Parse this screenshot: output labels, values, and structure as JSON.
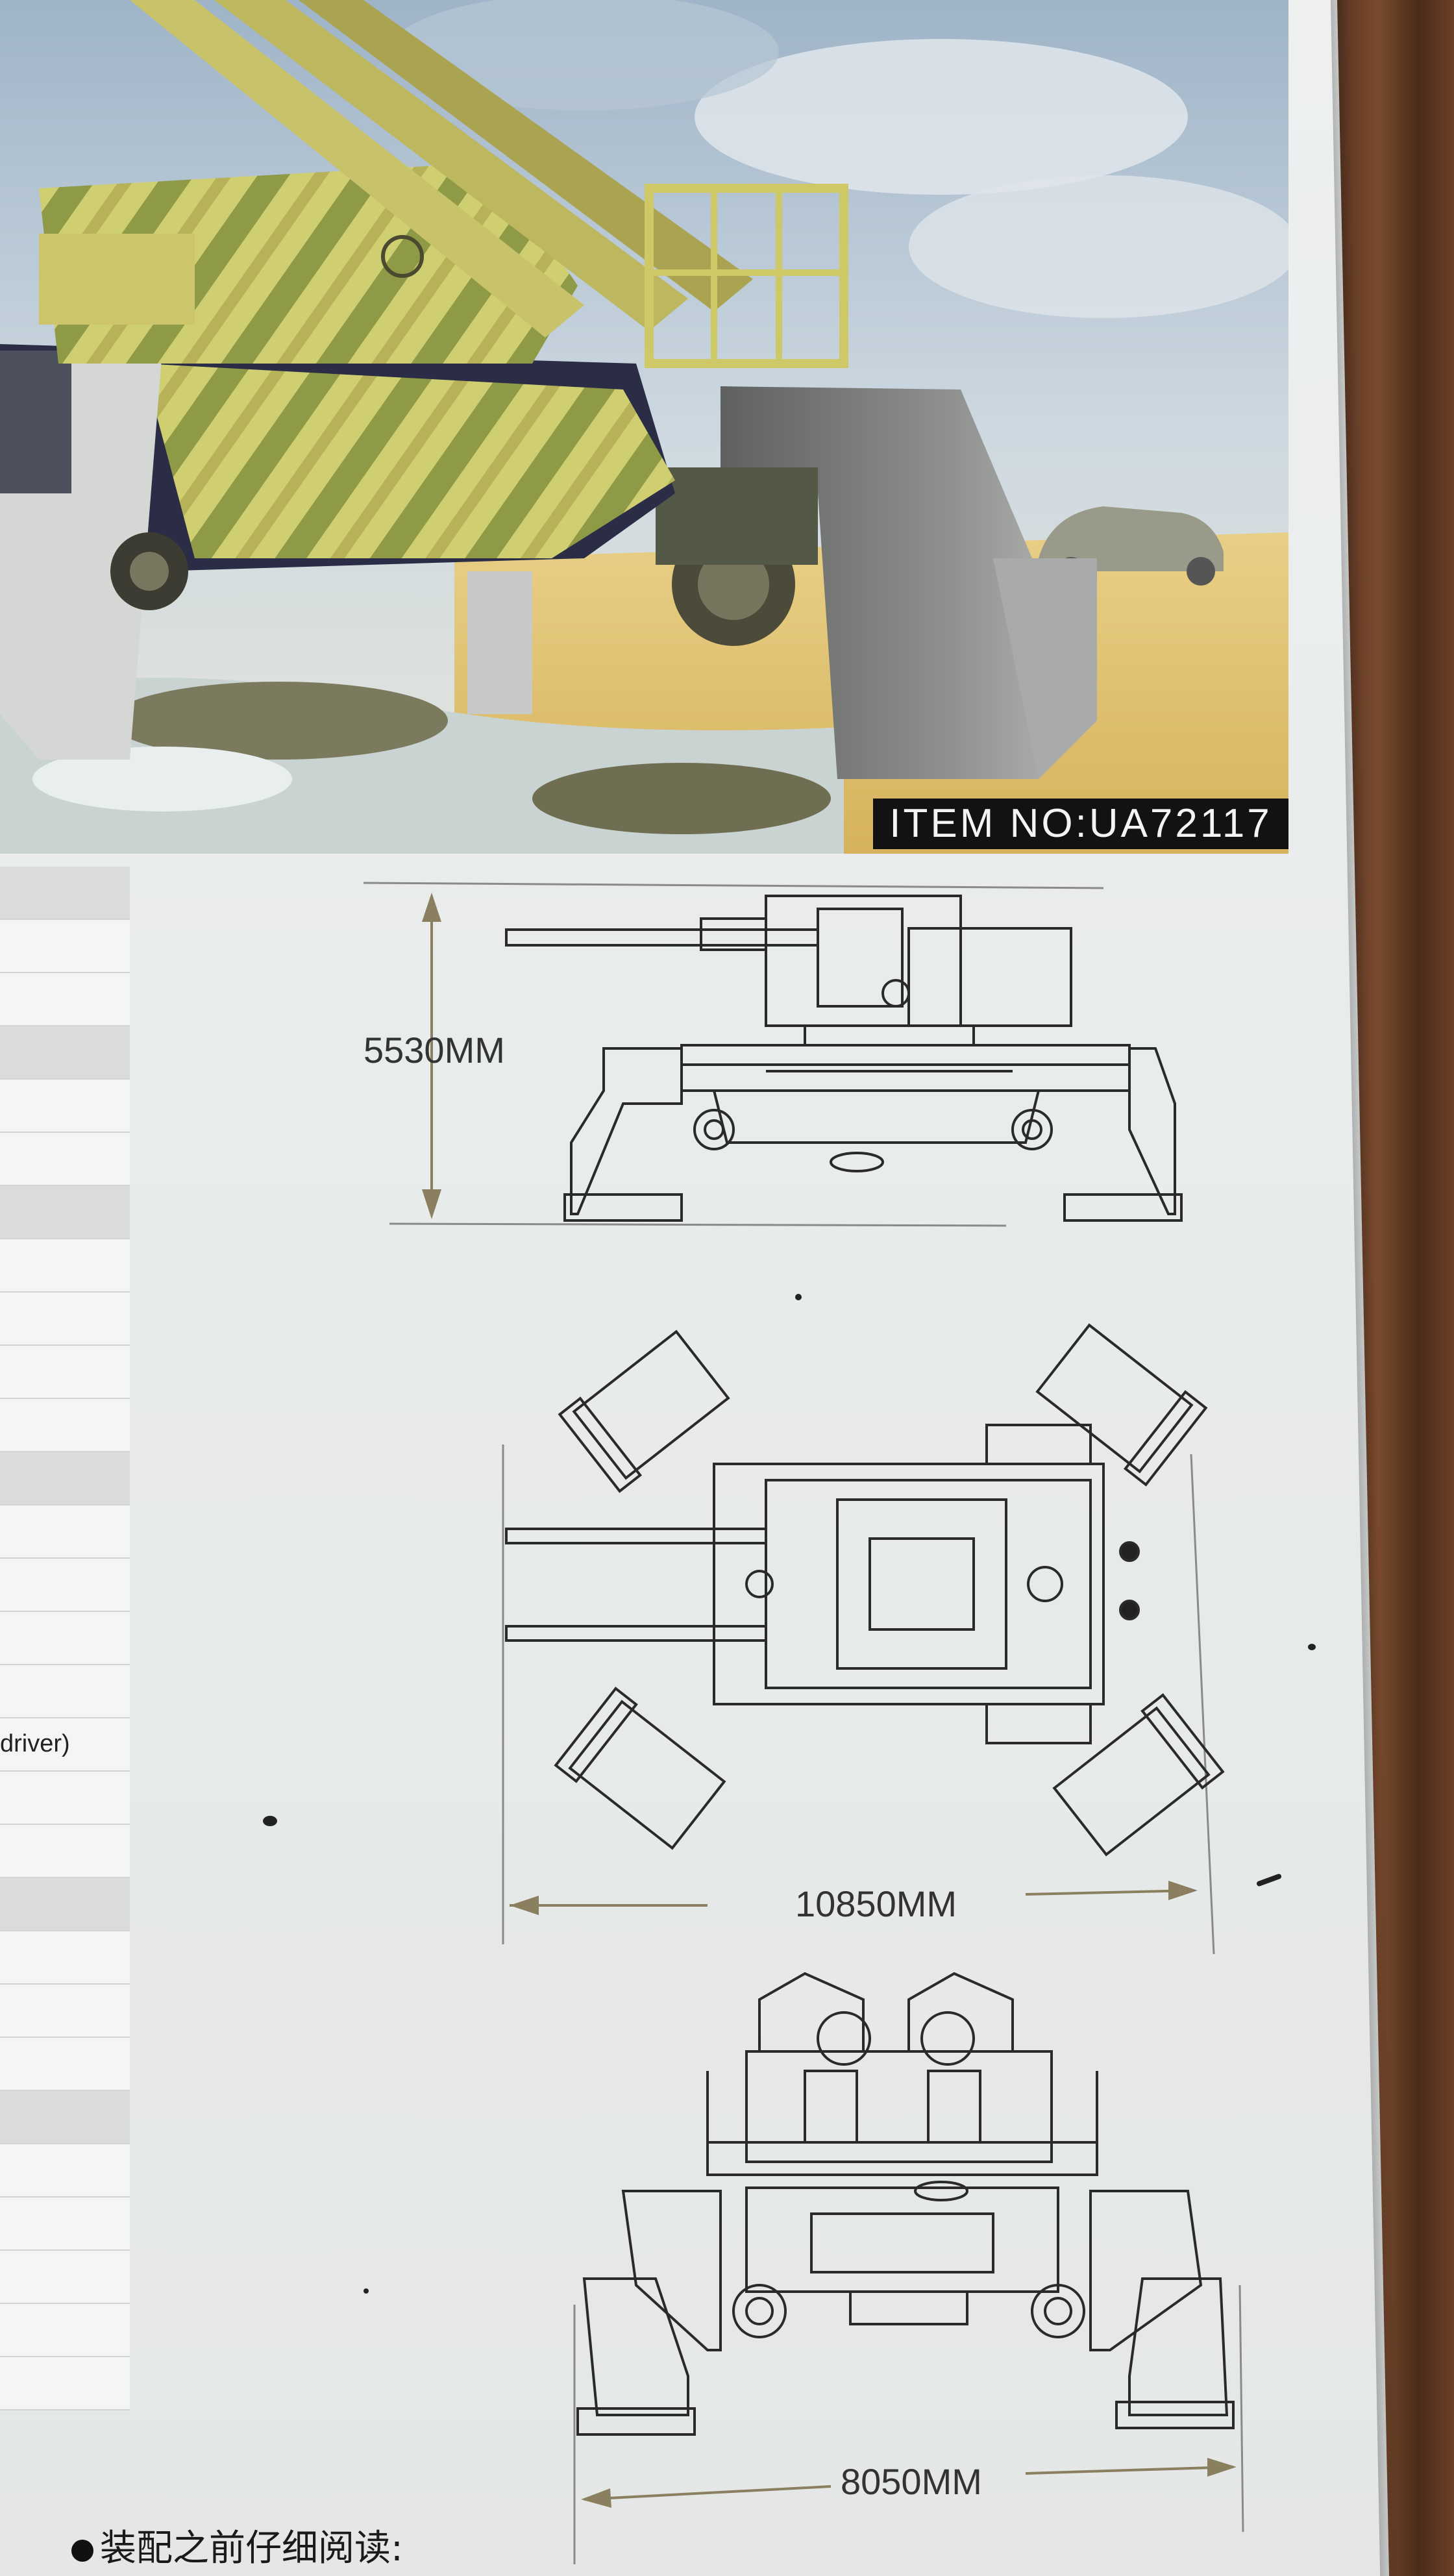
{
  "box": {
    "item_label": "ITEM NO:UA72117"
  },
  "spec_table": {
    "visible_cell_text": "driver)"
  },
  "drawings": {
    "side_view_height": "5530MM",
    "top_view_length": "10850MM",
    "front_view_width": "8050MM"
  },
  "instructions": {
    "heading": "装配之前仔细阅读:"
  },
  "colors": {
    "sheet": "#eceeee",
    "badge": "#121212",
    "wood": "#6b4028",
    "camo_yellow": "#c9c86a",
    "camo_green": "#8e9a48"
  }
}
